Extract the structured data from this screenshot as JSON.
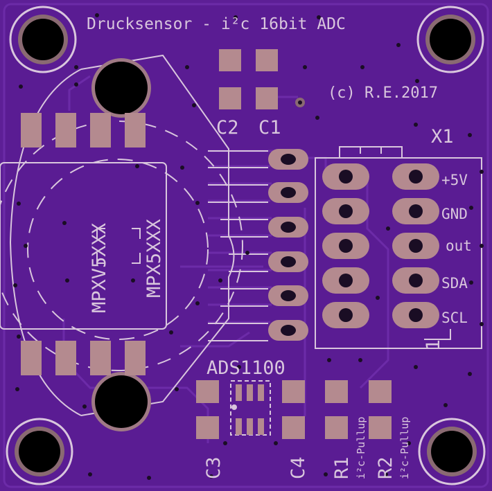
{
  "colors": {
    "board": "#5d1f96",
    "trace": "#6c2ba8",
    "silkscreen": "#d9c6dd",
    "pad": "#b48a8f",
    "hole": "#000000"
  },
  "labels": {
    "title": "Drucksensor - i²c 16bit ADC",
    "copyright": "(c) R.E.2017",
    "c1": "C1",
    "c2": "C2",
    "c3": "C3",
    "c4": "C4",
    "r1": "R1",
    "r2": "R2",
    "r1_note": "i²c-Pullup",
    "r2_note": "i²c-Pullup",
    "adc": "ADS1100",
    "sensor_a": "MPXV5XXX",
    "sensor_b": "MPX5XXX",
    "connector": "X1",
    "pin1": "1",
    "pins": [
      "+5V",
      "GND",
      "out",
      "SDA",
      "SCL"
    ]
  }
}
